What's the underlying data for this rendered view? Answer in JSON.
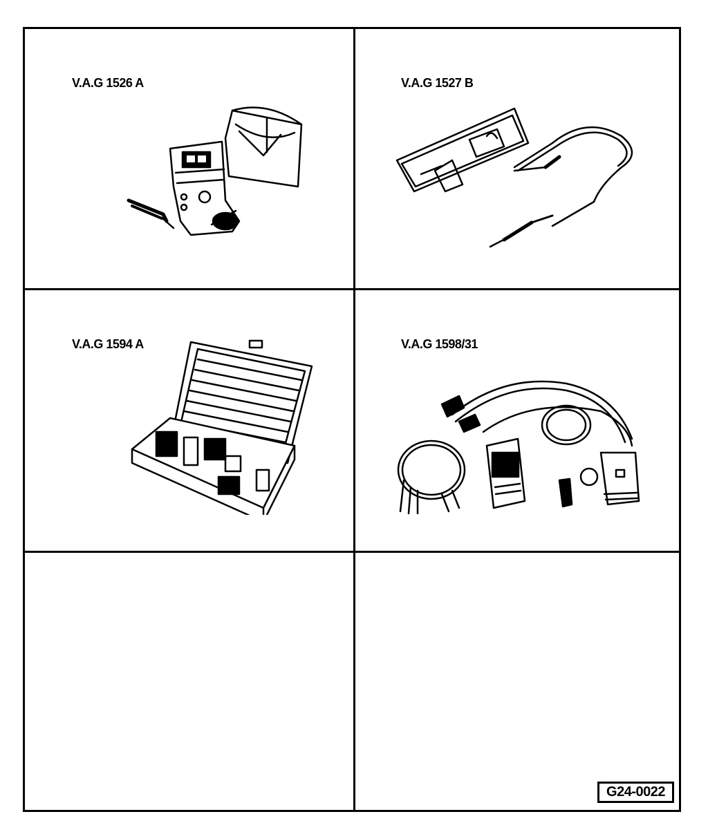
{
  "panels": [
    {
      "label": "V.A.G 1526 A",
      "icon": "multimeter-with-pouch-icon"
    },
    {
      "label": "V.A.G 1527 B",
      "icon": "voltage-tester-with-probes-icon"
    },
    {
      "label": "V.A.G 1594 A",
      "icon": "adapter-case-icon"
    },
    {
      "label": "V.A.G 1598/31",
      "icon": "test-cable-harness-icon"
    }
  ],
  "figure_code": "G24-0022"
}
